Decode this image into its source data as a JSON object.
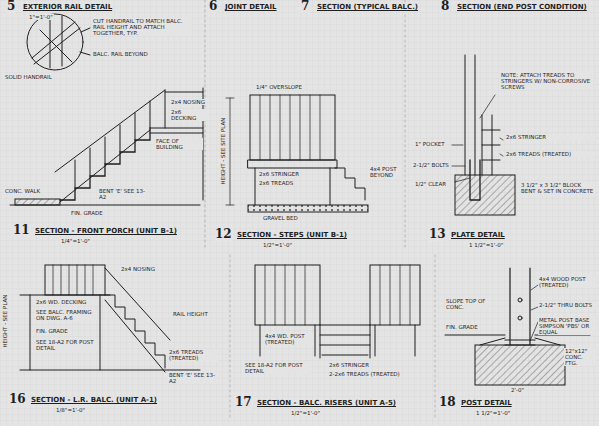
{
  "diagram": {
    "labels": [
      "5",
      "EXTERIOR RAIL DETAIL",
      "1\"=1'-0\"",
      "6",
      "JOINT DETAIL",
      "7",
      "SECTION (TYPICAL BALC.)",
      "8",
      "SECTION (END POST CONDITION)",
      "CUT HANDRAIL TO MATCH BALC. RAIL HEIGHT AND ATTACH TOGETHER, TYP.",
      "BALC. RAIL BEYOND",
      "SOLID HANDRAIL",
      "2x4 NOSING",
      "2x6 DECKING",
      "CONC. WALK",
      "FIN. GRADE",
      "FACE OF BUILDING",
      "BENT 'E' SEE 13-A2",
      "11",
      "SECTION - FRONT PORCH (UNIT B-1)",
      "1/4\"=1'-0\"",
      "1/4\" OVERSLOPE",
      "HEIGHT - SEE SITE PLAN",
      "2x6 STRINGER",
      "2x6 TREADS",
      "4x4 POST BEYOND",
      "GRAVEL BED",
      "12",
      "SECTION - STEPS (UNIT B-1)",
      "1/2\"=1'-0\"",
      "NOTE: ATTACH TREADS TO STRINGERS W/ NON-CORROSIVE SCREWS",
      "1\" POCKET",
      "2x6 STRINGER",
      "2x6 TREADS (TREATED)",
      "2-1/2\" BOLTS",
      "1/2\" CLEAR",
      "3 1/2\" x 3 1/2\" BLOCK BENT & SET IN CONCRETE",
      "13",
      "PLATE DETAIL",
      "1 1/2\"=1'-0\"",
      "16",
      "SECTION - L.R. BALC. (UNIT A-1)",
      "1/8\"=1'-0\"",
      "2x6 WD. DECKING",
      "SEE BALC. FRAMING ON DWG. A-6",
      "FIN. GRADE",
      "SEE 18-A2 FOR POST DETAIL",
      "2x4 NOSING",
      "2x6 TREADS (TREATED)",
      "RAIL HEIGHT",
      "BENT 'E' SEE 13-A2",
      "HEIGHT - SEE PLAN",
      "17",
      "SECTION - BALC. RISERS (UNIT A-5)",
      "1/2\"=1'-0\"",
      "4x4 WD. POST (TREATED)",
      "2x6 STRINGER",
      "2-2x6 TREADS (TREATED)",
      "SEE 18-A2 FOR POST DETAIL",
      "18",
      "POST DETAIL",
      "1 1/2\"=1'-0\"",
      "SLOPE TOP OF CONC.",
      "FIN. GRADE",
      "4x4 WOOD POST (TREATED)",
      "2-1/2\" THRU BOLTS",
      "METAL POST BASE SIMPSON 'PBS' OR EQUAL",
      "2'-0\"",
      "12\"x12\" CONC. FTG."
    ]
  }
}
